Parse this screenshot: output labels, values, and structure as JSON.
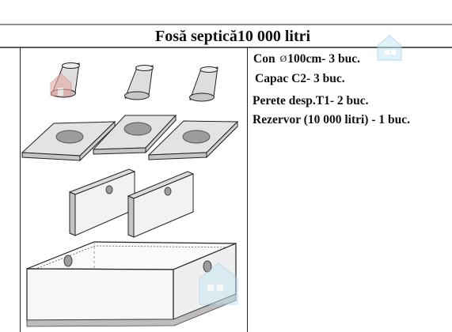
{
  "title": "Fosă septică10 000 litri",
  "parts": [
    {
      "prefix": "Con",
      "symbol": "Ø",
      "text": "100cm- 3 buc."
    },
    {
      "text": "Capac C2- 3 buc."
    },
    {
      "text": "Perete desp.T1- 2 buc."
    },
    {
      "text": "Rezervor (10 000 litri) - 1 buc."
    }
  ],
  "colors": {
    "line": "#1a1a1a",
    "part_fill": "#d9d9d9",
    "part_shadow": "#bfbfbf",
    "hole": "#9c9c9c",
    "tank_base": "#bdbdbd",
    "watermark": "#a9dcef"
  },
  "icons": {
    "watermark": "house-icon"
  }
}
